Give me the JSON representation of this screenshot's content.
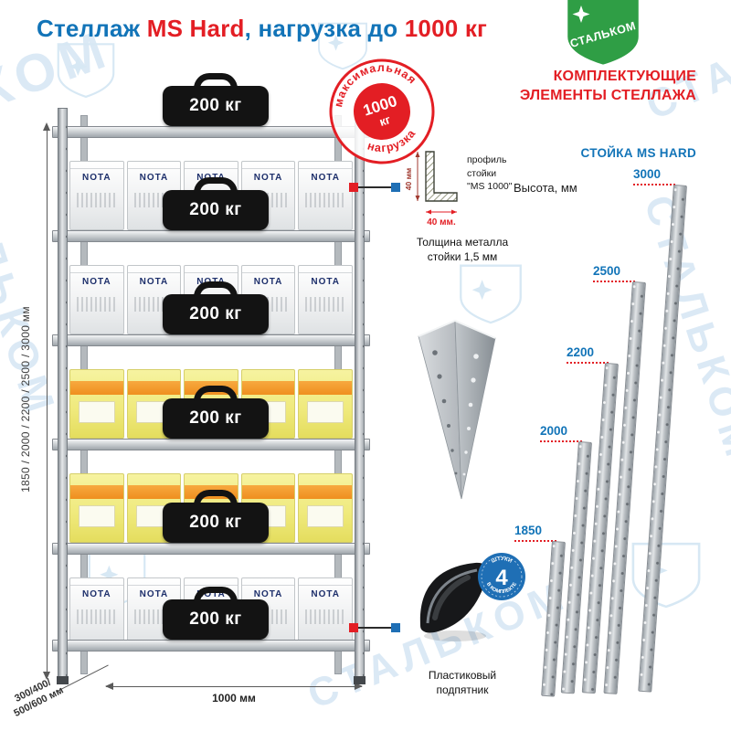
{
  "watermark": {
    "text": "СТАЛЬКОМ",
    "instances": 5
  },
  "logo": {
    "text": "СТАЛЬКОМ"
  },
  "title": {
    "t1": "Стеллаж ",
    "t2": "MS Hard",
    "t3": ", нагрузка до ",
    "t4": "1000 кг"
  },
  "rack": {
    "weight_badge_label": "200 кг",
    "weight_badge_count": 6,
    "box_brand": "NOTA",
    "box_rows": [
      {
        "type": "white",
        "count": 5
      },
      {
        "type": "white",
        "count": 5
      },
      {
        "type": "yellow",
        "count": 5
      },
      {
        "type": "yellow",
        "count": 5
      },
      {
        "type": "white",
        "count": 5
      }
    ],
    "stamp": {
      "arc_top": "максимальная",
      "arc_bottom": "нагрузка",
      "center_value": "1000",
      "center_unit": "кг"
    },
    "dimensions": {
      "height": "1850 / 2000 / 2200 / 2500 / 3000 мм",
      "depth_line1": "300/400/",
      "depth_line2": "500/600 мм",
      "width": "1000 мм"
    }
  },
  "components": {
    "profile": {
      "dim_vertical": "40 мм",
      "dim_horizontal": "40 мм.",
      "label_line1": "профиль",
      "label_line2": "стойки",
      "label_line3": "\"MS 1000\""
    },
    "thickness_line1": "Толщина металла",
    "thickness_line2": "стойки 1,5 мм",
    "foot": {
      "label_line1": "Пластиковый",
      "label_line2": "подпятник",
      "badge_number": "4",
      "badge_ring_top": "ШТУКИ",
      "badge_ring_bottom": "В КОМПЛЕКТЕ"
    }
  },
  "right_panel": {
    "heading_line1": "КОМПЛЕКТУЮЩИЕ",
    "heading_line2": "ЭЛЕМЕНТЫ СТЕЛЛАЖА",
    "subheading": "СТОЙКА MS HARD",
    "height_label": "Высота, мм",
    "post_heights": [
      "1850",
      "2000",
      "2200",
      "2500",
      "3000"
    ]
  },
  "colors": {
    "brand_blue": "#1274b8",
    "brand_red": "#e31e24",
    "marker_blue": "#1f6fb5",
    "logo_green": "#2f9e45",
    "watermark_blue": "#dbe9f5"
  }
}
